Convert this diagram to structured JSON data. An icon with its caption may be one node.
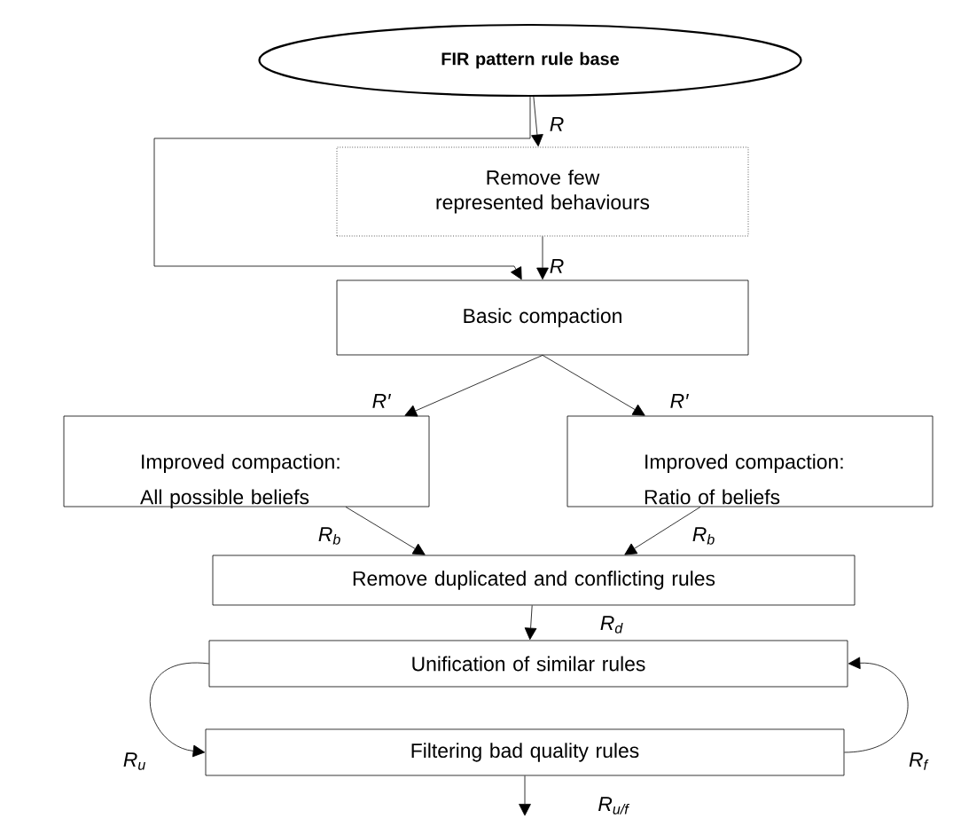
{
  "diagram": {
    "nodes": [
      {
        "text": [
          "FIR pattern rule base"
        ]
      },
      {
        "text": [
          "Remove few represented behaviours"
        ]
      },
      {
        "text": [
          "Basic compaction"
        ]
      },
      {
        "text": [
          "Improved compaction: All possible beliefs"
        ]
      },
      {
        "text": [
          "Improved compaction: Ratio of beliefs"
        ]
      },
      {
        "text": [
          "Remove  duplicated and conflicting rules"
        ]
      },
      {
        "text": [
          "Unification of similar rules"
        ]
      },
      {
        "text": [
          "Filtering bad quality rules"
        ]
      }
    ],
    "edges": [
      {
        "from": 0,
        "to": 1,
        "arrow": "to",
        "label": "R"
      },
      {
        "from": 0,
        "to": 2,
        "arrow": "to"
      },
      {
        "from": 1,
        "to": 2,
        "arrow": "to",
        "label": "R"
      },
      {
        "from": 2,
        "to": 3,
        "arrow": "to",
        "label": "R′"
      },
      {
        "from": 2,
        "to": 4,
        "arrow": "to",
        "label": "R′"
      },
      {
        "from": 3,
        "to": 5,
        "arrow": "to",
        "label": "R$_{b}$"
      },
      {
        "from": 4,
        "to": 5,
        "arrow": "to",
        "label": "R$_{b}$"
      },
      {
        "from": 5,
        "to": 6,
        "arrow": "to",
        "label": "R$_{d}$"
      },
      {
        "from": 6,
        "to": 7,
        "arrow": "to",
        "label": "R$_{u}$"
      },
      {
        "from": 7,
        "to": 6,
        "arrow": "to",
        "label": "R$_{f}$"
      },
      {
        "from": 7,
        "to": null,
        "arrow": "to",
        "label": "R$_{u/f}$"
      }
    ]
  }
}
